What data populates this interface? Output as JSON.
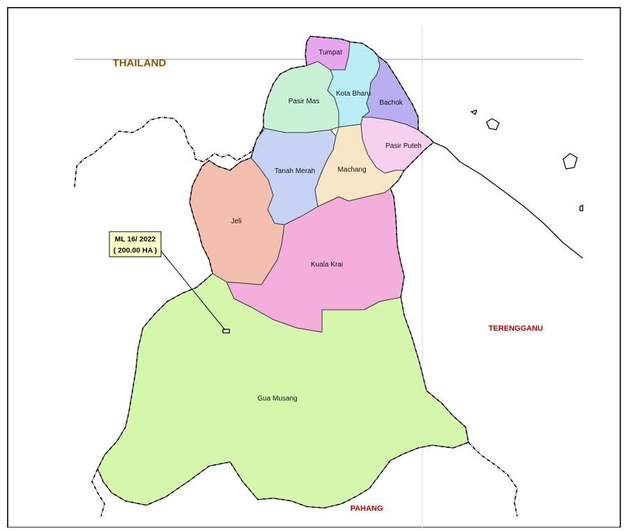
{
  "regions": {
    "thailand": "THAILAND",
    "terengganu": "TERENGGANU",
    "pahang": "PAHANG"
  },
  "districts": {
    "tumpat": "Tumpat",
    "pasir_mas": "Pasir Mas",
    "kota_bharu": "Kota Bharu",
    "bachok": "Bachok",
    "pasir_puteh": "Pasir Puteh",
    "tanah_merah": "Tanah Merah",
    "machang": "Machang",
    "jeli": "Jeli",
    "kuala_krai": "Kuala Krai",
    "gua_musang": "Gua Musang"
  },
  "callout": {
    "line1": "ML 16/ 2022",
    "line2": "( 200.00 HA )"
  },
  "colors": {
    "thailand_label": "#8B5A00",
    "state_label": "#C00000",
    "tumpat": "#E6A6EE",
    "pasir_mas": "#C9F1D6",
    "kota_bharu": "#B9EEF6",
    "bachok": "#B8AEF0",
    "pasir_puteh": "#F6D0EE",
    "tanah_merah": "#C7D3F5",
    "machang": "#F8E7C6",
    "jeli": "#F4BFAF",
    "kuala_krai": "#F4AEDC",
    "gua_musang": "#D4F7AC",
    "callout_box": "#FFFFC8"
  }
}
